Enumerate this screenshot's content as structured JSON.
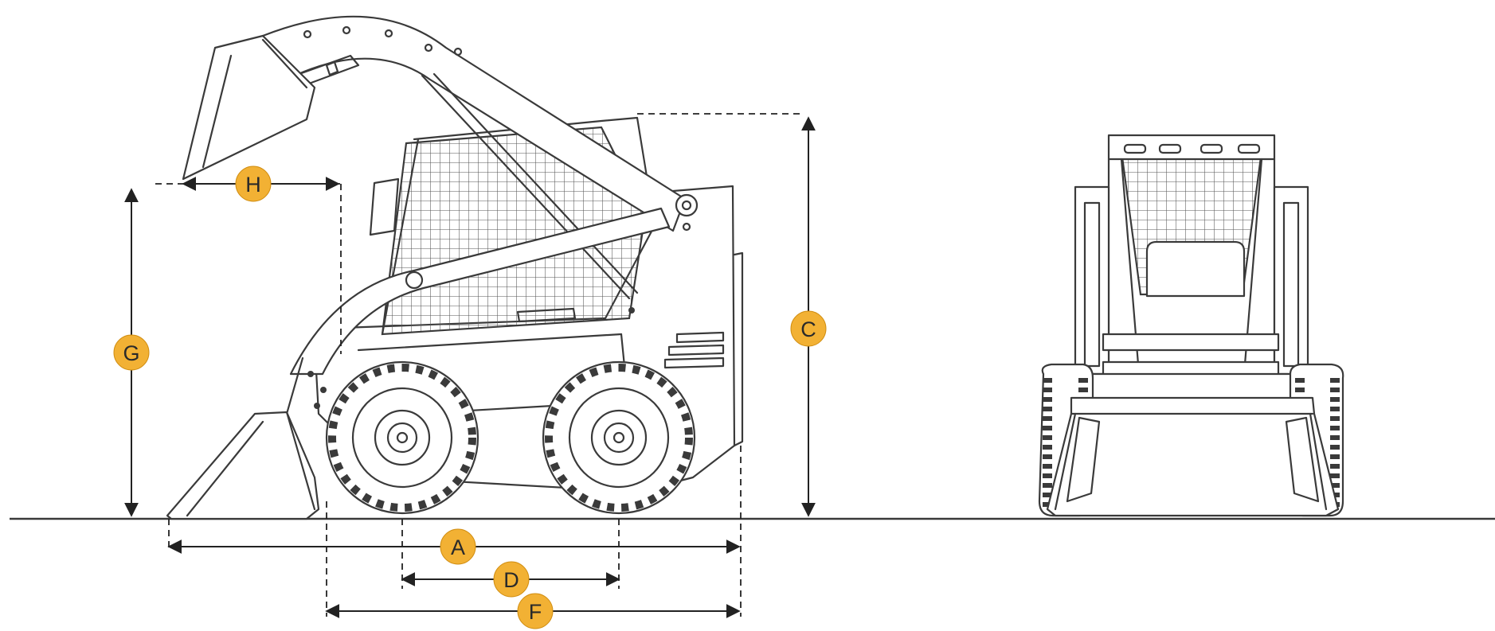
{
  "diagram": {
    "dimension_labels": {
      "A": "A",
      "C": "C",
      "D": "D",
      "F": "F",
      "G": "G",
      "H": "H"
    },
    "colors": {
      "badge": "#f2b134",
      "line": "#3a3a3a",
      "background": "#ffffff"
    }
  }
}
